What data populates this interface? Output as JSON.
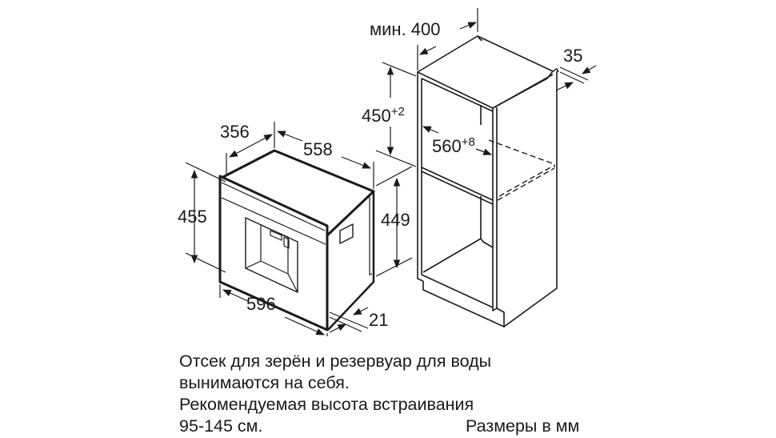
{
  "appliance": {
    "width_label": "596",
    "height_label": "455",
    "depth_label": "558",
    "side_depth_label": "356",
    "body_height_label": "449",
    "front_offset_label": "21"
  },
  "niche": {
    "min_depth_label": "мин. 400",
    "height_label": "450",
    "height_tolerance": "+2",
    "width_label": "560",
    "width_tolerance": "+8",
    "side_thickness_label": "35"
  },
  "notes": {
    "line1": "Отсек для зерён и резервуар для воды",
    "line2": "вынимаются на себя.",
    "line3": "Рекомендуемая высота встраивания",
    "line4": "95-145 см.",
    "units": "Размеры в мм"
  },
  "colors": {
    "line": "#1a1a1a",
    "background": "#ffffff"
  }
}
